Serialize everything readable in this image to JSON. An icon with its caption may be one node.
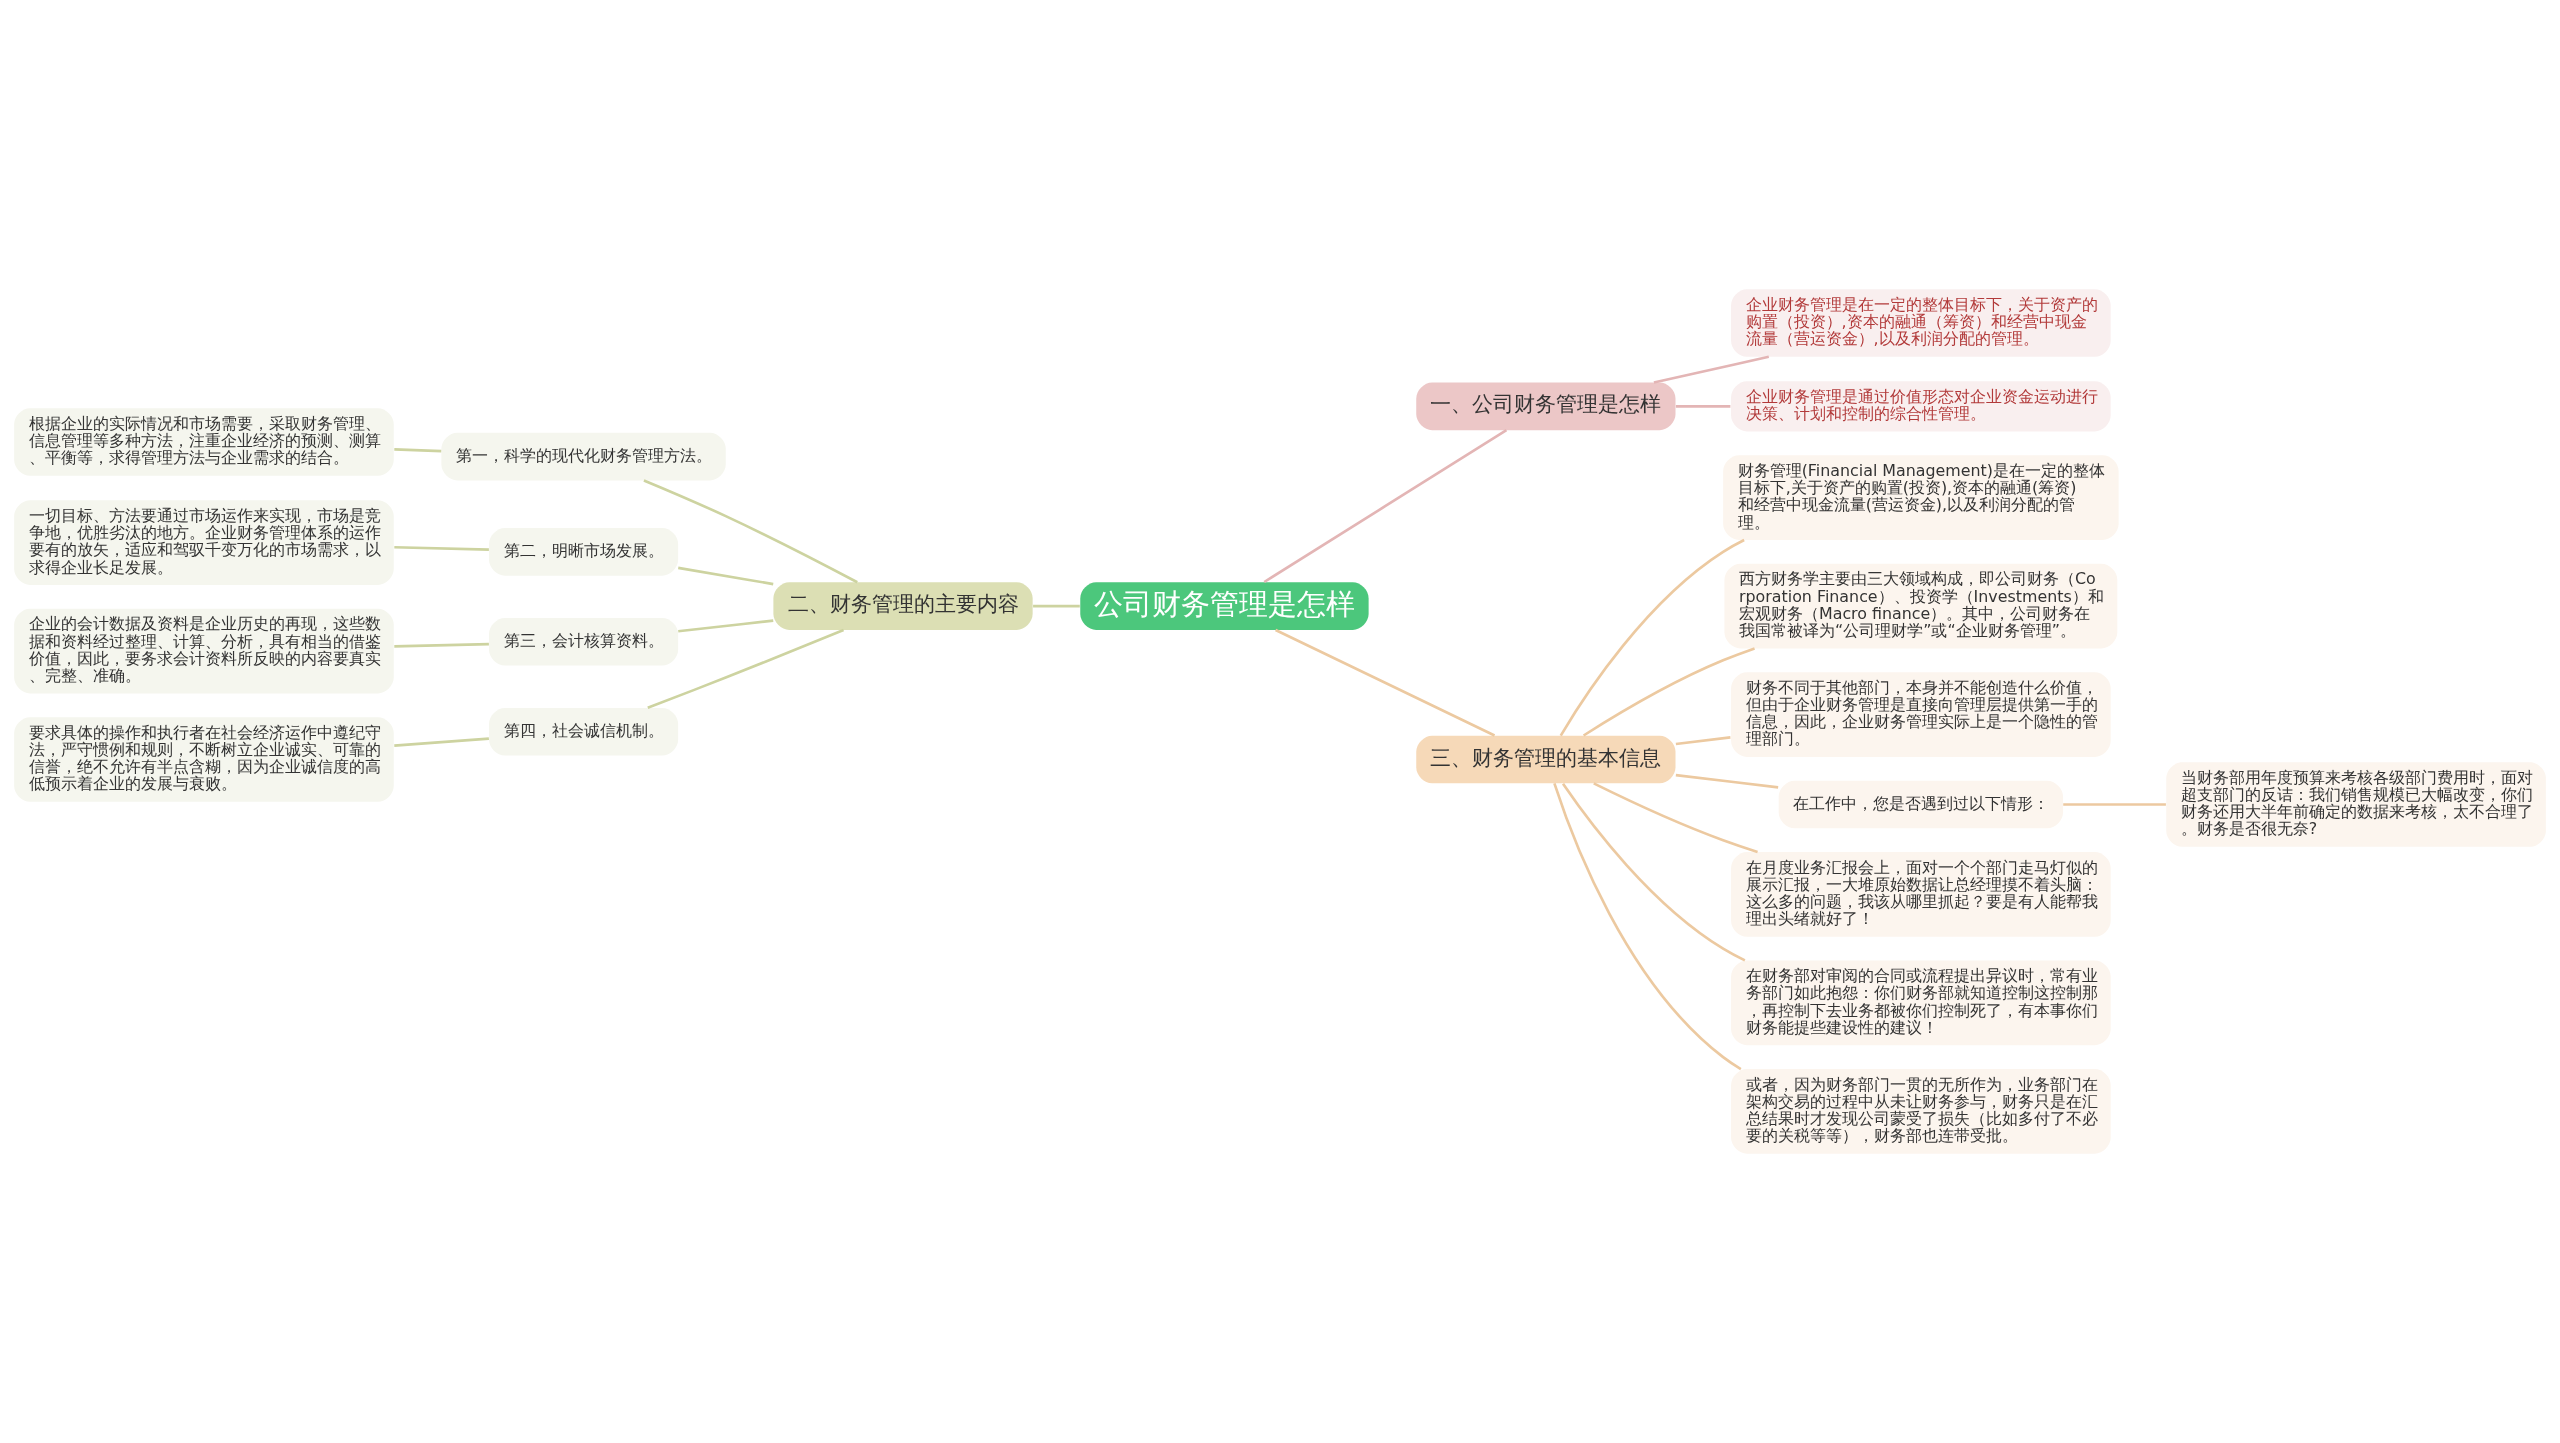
{
  "diagram": {
    "nodes": [
      {
        "text": [
          "公司财务管理是怎样"
        ]
      },
      {
        "text": [
          "一、公司财务管理是怎样"
        ]
      },
      {
        "text": [
          "企业财务管理是在一定的整体目标下，关于资产的购置（投资）,资本的融通（筹资）和经营中现金流量（营运资金）,以及利润分配的管理。"
        ]
      },
      {
        "text": [
          "企业财务管理是通过价值形态对企业资金运动进行决策、计划和控制的综合性管理。"
        ]
      },
      {
        "text": [
          "二、财务管理的主要内容"
        ]
      },
      {
        "text": [
          "第一，科学的现代化财务管理方法。"
        ]
      },
      {
        "text": [
          "根据企业的实际情况和市场需要，采取财务管理、信息管理等多种方法，注重企业经济的预测、测算、平衡等，求得管理方法与企业需求的结合。"
        ]
      },
      {
        "text": [
          "第二，明晰市场发展。"
        ]
      },
      {
        "text": [
          "一切目标、方法要通过市场运作来实现，市场是竞争地，优胜劣汰的地方。企业财务管理体系的运作要有的放矢，适应和驾驭千变万化的市场需求，以求得企业长足发展。"
        ]
      },
      {
        "text": [
          "第三，会计核算资料。"
        ]
      },
      {
        "text": [
          "企业的会计数据及资料是企业历史的再现，这些数据和资料经过整理、计算、分析，具有相当的借鉴价值，因此，要务求会计资料所反映的内容要真实、完整、准确。"
        ]
      },
      {
        "text": [
          "第四，社会诚信机制。"
        ]
      },
      {
        "text": [
          "要求具体的操作和执行者在社会经济运作中遵纪守法，严守惯例和规则，不断树立企业诚实、可靠的信誉，绝不允许有半点含糊，因为企业诚信度的高低预示着企业的发展与衰败。"
        ]
      },
      {
        "text": [
          "三、财务管理的基本信息"
        ]
      },
      {
        "text": [
          "财务管理(Financial Management)是在一定的整体目标下,关于资产的购置(投资),资本的融通(筹资)和经营中现金流量(营运资金),以及利润分配的管理。"
        ]
      },
      {
        "text": [
          "西方财务学主要由三大领域构成，即公司财务（Corporation Finance）、投资学（Investments）和宏观财务（Macro finance）。其中，公司财务在我国常被译为“公司理财学”或“企业财务管理”。"
        ]
      },
      {
        "text": [
          "财务不同于其他部门，本身并不能创造什么价值，但由于企业财务管理是直接向管理层提供第一手的信息，因此，企业财务管理实际上是一个隐性的管理部门。"
        ]
      },
      {
        "text": [
          "在工作中，您是否遇到过以下情形："
        ]
      },
      {
        "text": [
          "当财务部用年度预算来考核各级部门费用时，面对超支部门的反诘：我们销售规模已大幅改变，你们财务还用大半年前确定的数据来考核，太不合理了。财务是否很无奈?"
        ]
      },
      {
        "text": [
          "在月度业务汇报会上，面对一个个部门走马灯似的展示汇报，一大堆原始数据让总经理摸不着头脑：这么多的问题，我该从哪里抓起？要是有人能帮我理出头绪就好了！"
        ]
      },
      {
        "text": [
          "在财务部对审阅的合同或流程提出异议时，常有业务部门如此抱怨：你们财务部就知道控制这控制那，再控制下去业务都被你们控制死了，有本事你们财务能提些建设性的建议！"
        ]
      },
      {
        "text": [
          "或者，因为财务部门一贯的无所作为，业务部门在架构交易的过程中从未让财务参与，财务只是在汇总结果时才发现公司蒙受了损失（比如多付了不必要的关税等等），财务部也连带受批。"
        ]
      }
    ],
    "edges": [
      {
        "from": 0,
        "to": 1,
        "arrow": "none",
        "color": "#e3b5b5"
      },
      {
        "from": 1,
        "to": 2,
        "arrow": "none",
        "color": "#e3b5b5"
      },
      {
        "from": 1,
        "to": 3,
        "arrow": "none",
        "color": "#e3b5b5"
      },
      {
        "from": 0,
        "to": 4,
        "arrow": "none",
        "color": "#cdd3a0"
      },
      {
        "from": 4,
        "to": 5,
        "arrow": "none",
        "color": "#cdd3a0"
      },
      {
        "from": 5,
        "to": 6,
        "arrow": "none",
        "color": "#cdd3a0"
      },
      {
        "from": 4,
        "to": 7,
        "arrow": "none",
        "color": "#cdd3a0"
      },
      {
        "from": 7,
        "to": 8,
        "arrow": "none",
        "color": "#cdd3a0"
      },
      {
        "from": 4,
        "to": 9,
        "arrow": "none",
        "color": "#cdd3a0"
      },
      {
        "from": 9,
        "to": 10,
        "arrow": "none",
        "color": "#cdd3a0"
      },
      {
        "from": 4,
        "to": 11,
        "arrow": "none",
        "color": "#cdd3a0"
      },
      {
        "from": 11,
        "to": 12,
        "arrow": "none",
        "color": "#cdd3a0"
      },
      {
        "from": 0,
        "to": 13,
        "arrow": "none"
      },
      {
        "from": 13,
        "to": 14,
        "arrow": "none"
      },
      {
        "from": 13,
        "to": 15,
        "arrow": "none"
      },
      {
        "from": 13,
        "to": 16,
        "arrow": "none"
      },
      {
        "from": 13,
        "to": 17,
        "arrow": "none"
      },
      {
        "from": 17,
        "to": 18,
        "arrow": "none"
      },
      {
        "from": 13,
        "to": 19,
        "arrow": "none"
      },
      {
        "from": 13,
        "to": 20,
        "arrow": "none"
      },
      {
        "from": 13,
        "to": 21,
        "arrow": "none"
      }
    ]
  }
}
